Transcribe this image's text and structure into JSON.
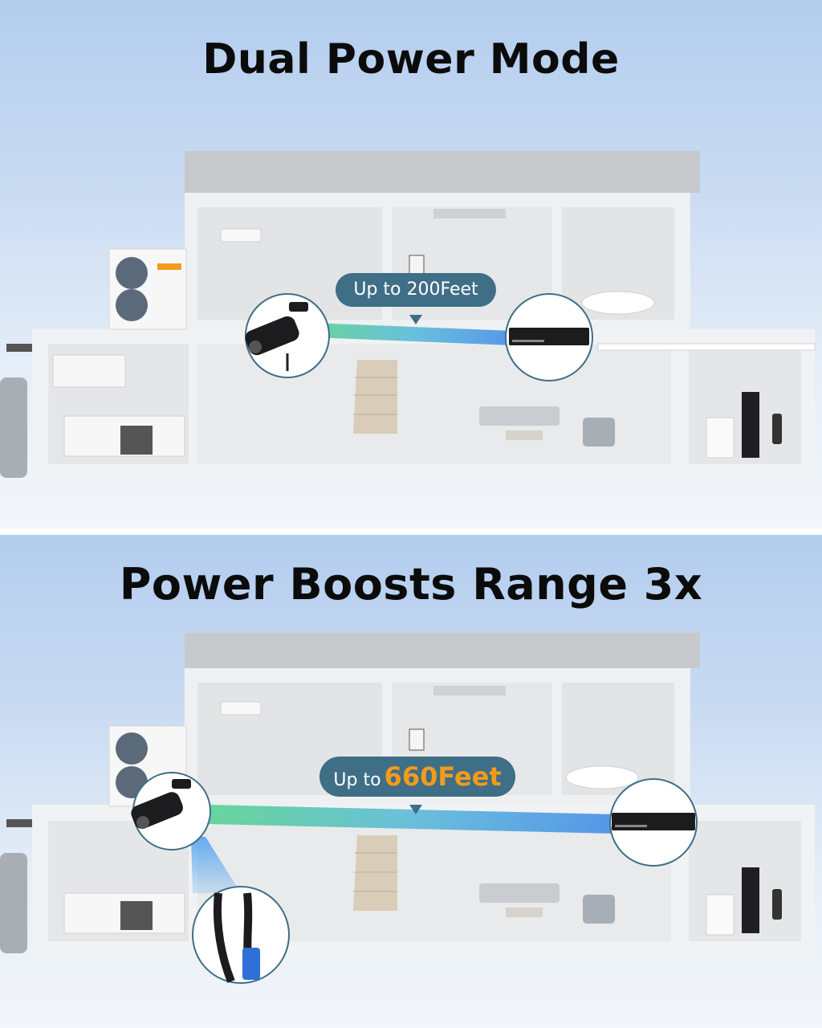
{
  "top": {
    "title": "Dual Power Mode",
    "range_prefix": "Up to",
    "range_value": "200Feet"
  },
  "bottom": {
    "title": "Power Boosts Range 3x",
    "range_prefix": "Up to",
    "range_value": "660Feet"
  },
  "colors": {
    "highlight": "#f39b1b",
    "bubble": "#3f6e87",
    "signal_green": "#4fd08c",
    "signal_blue": "#3a86e8"
  },
  "icons": [
    "security-camera-icon",
    "nvr-recorder-icon",
    "poe-cable-icon",
    "range-bubble-icon"
  ]
}
